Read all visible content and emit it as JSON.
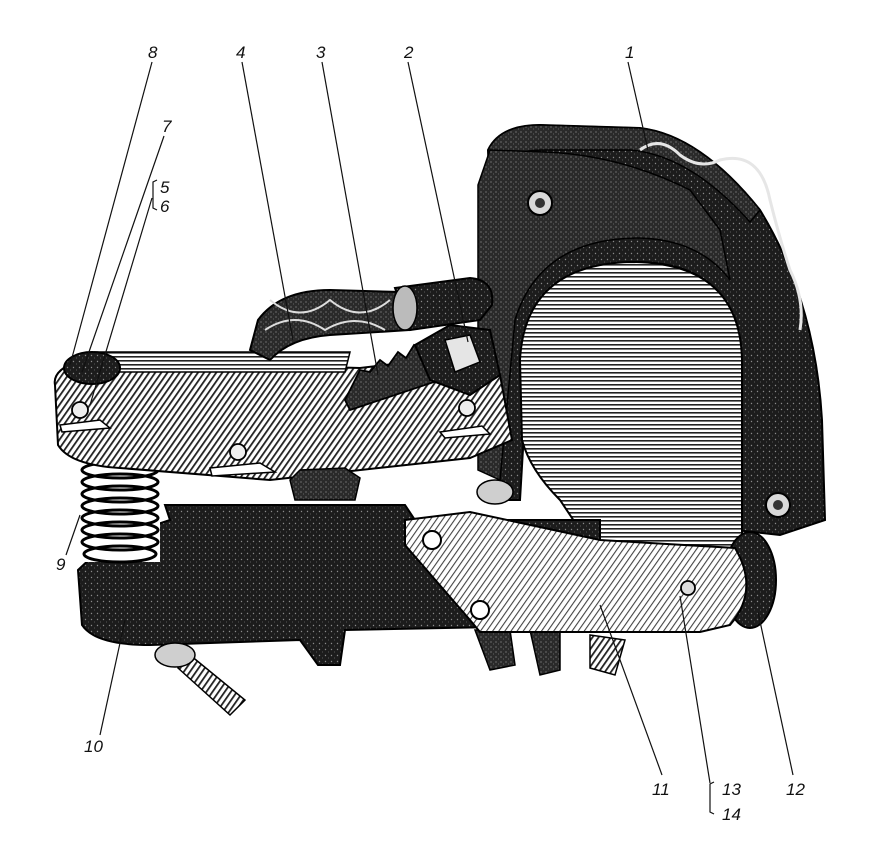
{
  "figure": {
    "callouts": {
      "c1": "1",
      "c2": "2",
      "c3": "3",
      "c4": "4",
      "c5": "5",
      "c6": "6",
      "c7": "7",
      "c8": "8",
      "c9": "9",
      "c10": "10",
      "c11": "11",
      "c12": "12",
      "c13": "13",
      "c14": "14"
    }
  }
}
